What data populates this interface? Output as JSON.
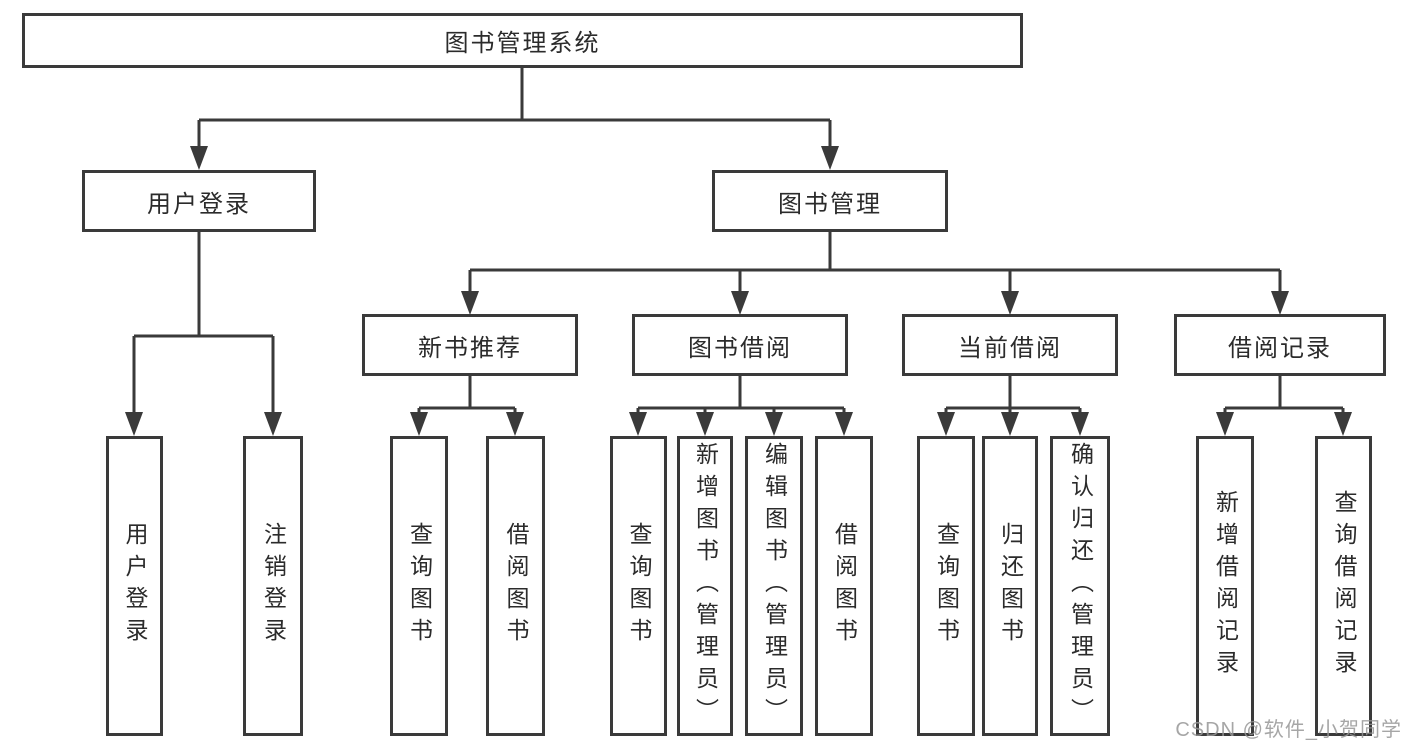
{
  "colors": {
    "line": "#3a3a3a",
    "text": "#2b2b2b",
    "background": "#ffffff",
    "watermark": "#969696"
  },
  "diagram": {
    "root": {
      "label": "图书管理系统"
    },
    "level2": [
      {
        "label": "用户登录"
      },
      {
        "label": "图书管理"
      }
    ],
    "level3": [
      {
        "label": "新书推荐"
      },
      {
        "label": "图书借阅"
      },
      {
        "label": "当前借阅"
      },
      {
        "label": "借阅记录"
      }
    ],
    "leaves": [
      {
        "label": "用户登录"
      },
      {
        "label": "注销登录"
      },
      {
        "label": "查询图书"
      },
      {
        "label": "借阅图书"
      },
      {
        "label": "查询图书"
      },
      {
        "label": "新增图书（管理员）"
      },
      {
        "label": "编辑图书（管理员）"
      },
      {
        "label": "借阅图书"
      },
      {
        "label": "查询图书"
      },
      {
        "label": "归还图书"
      },
      {
        "label": "确认归还（管理员）"
      },
      {
        "label": "新增借阅记录"
      },
      {
        "label": "查询借阅记录"
      }
    ]
  },
  "watermark": {
    "text": "CSDN @软件_小贺同学"
  }
}
